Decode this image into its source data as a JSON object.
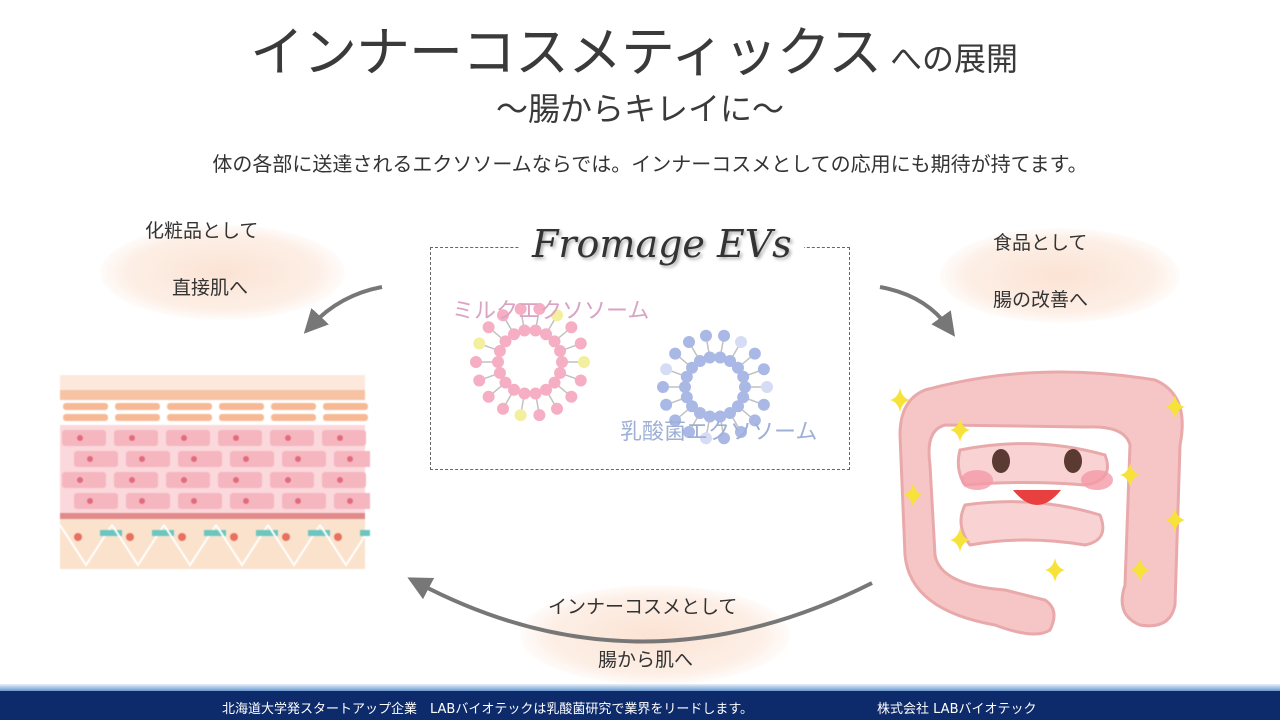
{
  "title": {
    "main": "インナーコスメティックス",
    "suffix": "への展開",
    "subtitle": "〜腸からキレイに〜"
  },
  "description": "体の各部に送達されるエクソソームならでは。インナーコスメとしての応用にも期待が持てます。",
  "left_label": {
    "line1": "化粧品として",
    "line2": "直接肌へ"
  },
  "right_label": {
    "line1": "食品として",
    "line2": "腸の改善へ"
  },
  "bottom_label": {
    "line1": "インナーコスメとして",
    "line2": "腸から肌へ"
  },
  "center": {
    "title": "Fromage EVs",
    "milk": "ミルクエクソソーム",
    "lactic": "乳酸菌エクソソーム"
  },
  "footer": {
    "left": "北海道大学発スタートアップ企業　LABバイオテックは乳酸菌研究で業界をリードします。",
    "right": "株式会社 LABバイオテック"
  },
  "colors": {
    "footer_bg": "#0d2a6a",
    "milk": "#d9a3c3",
    "lactic": "#9fb0d6"
  }
}
